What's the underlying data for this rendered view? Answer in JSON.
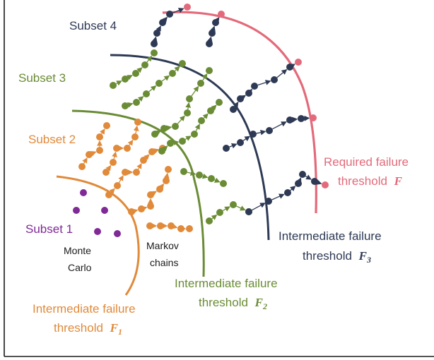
{
  "colors": {
    "subset1": "#7f2a96",
    "subset2": "#e08a3a",
    "subset3": "#6a8c35",
    "subset4": "#2e3a55",
    "required": "#e36a7a",
    "axis": "#1a1a1a",
    "text": "#1a1a1a"
  },
  "labels": {
    "subset1": "Subset 1",
    "subset2": "Subset 2",
    "subset3": "Subset 3",
    "subset4": "Subset 4",
    "monte_carlo_line1": "Monte",
    "monte_carlo_line2": "Carlo",
    "markov_line1": "Markov",
    "markov_line2": "chains",
    "th1_line1": "Intermediate failure",
    "th1_line2": "threshold",
    "th1_symbol": "F",
    "th1_sub": "1",
    "th2_line1": "Intermediate failure",
    "th2_line2": "threshold",
    "th2_symbol": "F",
    "th2_sub": "2",
    "th3_line1": "Intermediate failure",
    "th3_line2": "threshold",
    "th3_symbol": "F",
    "th3_sub": "3",
    "req_line1": "Required failure",
    "req_line2": "threshold",
    "req_symbol": "F"
  }
}
